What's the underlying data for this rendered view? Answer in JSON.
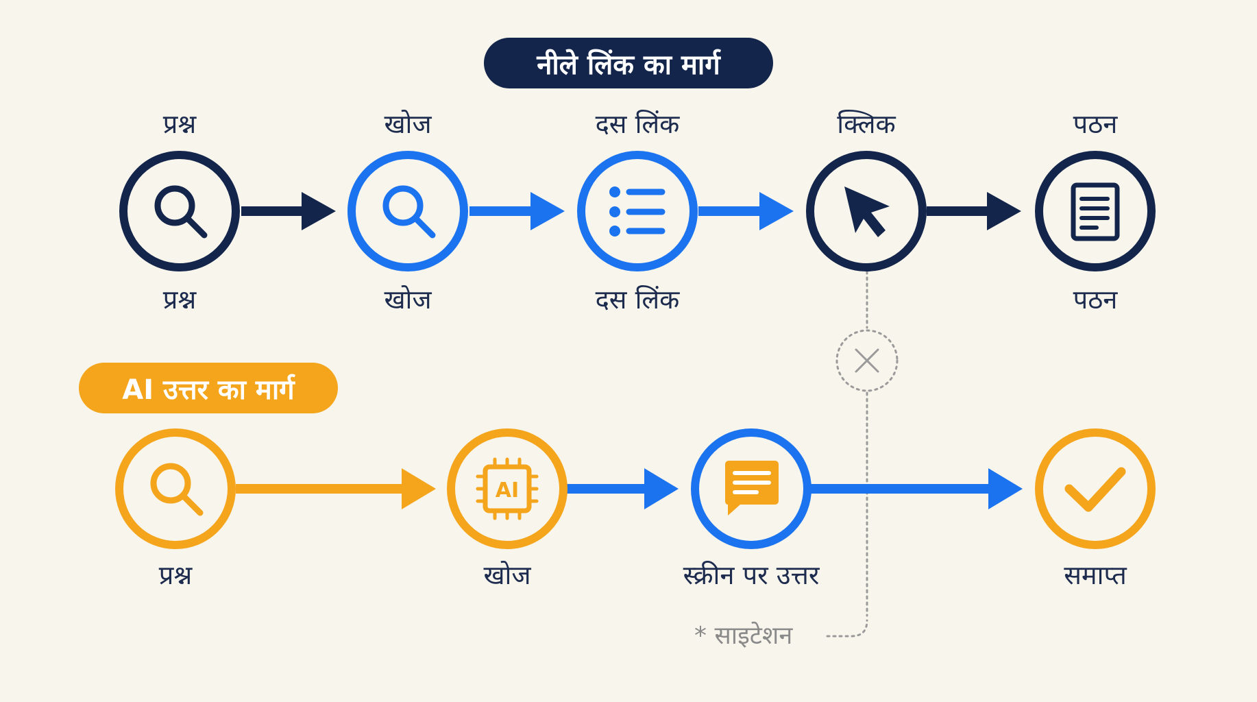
{
  "colors": {
    "navy": "#14254b",
    "blue": "#1b73f0",
    "orange": "#f4a51b",
    "background": "#f8f5ec",
    "muted": "#8a8a8a"
  },
  "blue_link_path": {
    "title": "नीले लिंक का मार्ग",
    "steps": [
      {
        "label_top": "प्रश्न",
        "label_bottom": "प्रश्न",
        "icon": "search-icon"
      },
      {
        "label_top": "खोज",
        "label_bottom": "खोज",
        "icon": "search-icon"
      },
      {
        "label_top": "दस लिंक",
        "label_bottom": "दस लिंक",
        "icon": "list-icon"
      },
      {
        "label_top": "क्लिक",
        "label_bottom": "",
        "icon": "cursor-icon"
      },
      {
        "label_top": "पठन",
        "label_bottom": "पठन",
        "icon": "document-icon"
      }
    ]
  },
  "ai_answer_path": {
    "title": "AI उत्तर का मार्ग",
    "steps": [
      {
        "label": "प्रश्न",
        "icon": "search-icon"
      },
      {
        "label": "खोज",
        "icon": "ai-chip-icon",
        "icon_text": "AI"
      },
      {
        "label": "स्क्रीन पर उत्तर",
        "icon": "chat-bubble-icon"
      },
      {
        "label": "समाप्त",
        "icon": "checkmark-icon"
      }
    ]
  },
  "citation_note": "* साइटेशन",
  "blocked_marker_icon": "cross-circle-icon"
}
